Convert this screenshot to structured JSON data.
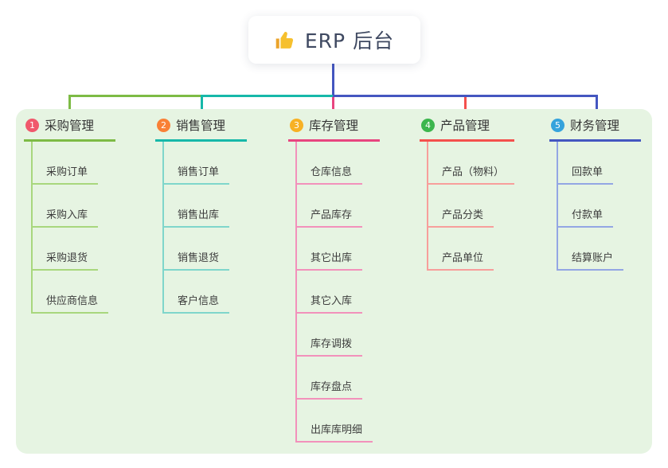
{
  "root": {
    "icon": "thumbs-up-icon",
    "label": "ERP 后台"
  },
  "colors": {
    "green": "#7dbb45",
    "teal": "#16b8a9",
    "magenta": "#e8457f",
    "red": "#f4504d",
    "blue": "#4456c0"
  },
  "branches": [
    {
      "num": "1",
      "label": "采购管理",
      "badge_color": "#f0586c",
      "line_color": "#7dbb45",
      "child_line_color": "#a8d77d",
      "children": [
        "采购订单",
        "采购入库",
        "采购退货",
        "供应商信息"
      ]
    },
    {
      "num": "2",
      "label": "销售管理",
      "badge_color": "#f98036",
      "line_color": "#16b8a9",
      "child_line_color": "#7fd6cb",
      "children": [
        "销售订单",
        "销售出库",
        "销售退货",
        "客户信息"
      ]
    },
    {
      "num": "3",
      "label": "库存管理",
      "badge_color": "#f7b124",
      "line_color": "#e8457f",
      "child_line_color": "#f291bb",
      "children": [
        "仓库信息",
        "产品库存",
        "其它出库",
        "其它入库",
        "库存调拨",
        "库存盘点",
        "出库库明细"
      ]
    },
    {
      "num": "4",
      "label": "产品管理",
      "badge_color": "#3cb64d",
      "line_color": "#f4504d",
      "child_line_color": "#f79e9b",
      "children": [
        "产品（物料）",
        "产品分类",
        "产品单位"
      ]
    },
    {
      "num": "5",
      "label": "财务管理",
      "badge_color": "#35a3dc",
      "line_color": "#4456c0",
      "child_line_color": "#93a6e4",
      "children": [
        "回款单",
        "付款单",
        "结算账户"
      ]
    }
  ]
}
